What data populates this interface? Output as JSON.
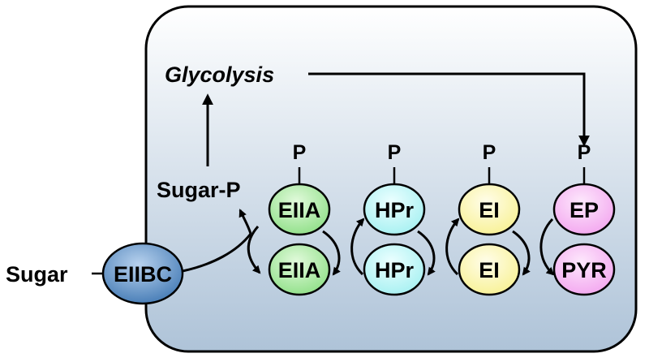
{
  "labels": {
    "glycolysis": "Glycolysis",
    "sugar_p": "Sugar-P",
    "sugar": "Sugar",
    "phosphate": "P"
  },
  "nodes": {
    "eiibc": "EIIBC",
    "eiia_top": "EIIA",
    "hpr_top": "HPr",
    "ei_top": "EI",
    "ep": "EP",
    "eiia_bottom": "EIIA",
    "hpr_bottom": "HPr",
    "ei_bottom": "EI",
    "pyr": "PYR"
  },
  "colors": {
    "cell_top": "#ffffff",
    "cell_bottom": "#aec3d8",
    "eiibc": "#3a73b0",
    "eiia": "#88dd80",
    "hpr": "#9feff0",
    "ei": "#f7f08c",
    "ep_pyr": "#f2a0ee",
    "stroke": "#000000"
  }
}
